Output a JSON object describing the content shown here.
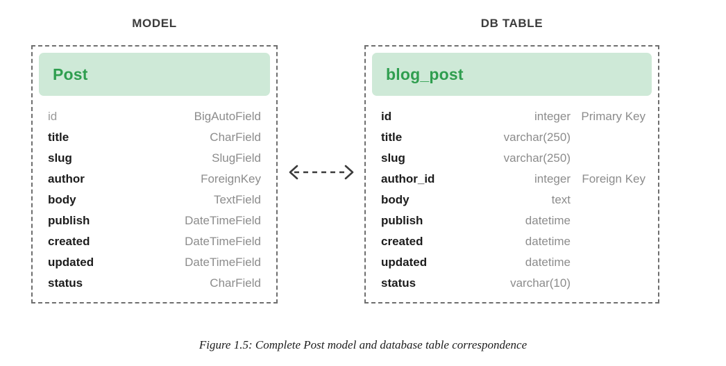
{
  "figure": {
    "caption": "Figure 1.5: Complete Post model and database table correspondence",
    "colors": {
      "header_bg": "#cee9d7",
      "header_text": "#2f9e4f",
      "border": "#6e6e6e",
      "field_name": "#1c1c1c",
      "field_type": "#8c8c8c",
      "muted_field": "#9a9a9a"
    }
  },
  "model": {
    "column_title": "MODEL",
    "entity_name": "Post",
    "fields": [
      {
        "name": "id",
        "type": "BigAutoField",
        "muted": true
      },
      {
        "name": "title",
        "type": "CharField",
        "muted": false
      },
      {
        "name": "slug",
        "type": "SlugField",
        "muted": false
      },
      {
        "name": "author",
        "type": "ForeignKey",
        "muted": false
      },
      {
        "name": "body",
        "type": "TextField",
        "muted": false
      },
      {
        "name": "publish",
        "type": "DateTimeField",
        "muted": false
      },
      {
        "name": "created",
        "type": "DateTimeField",
        "muted": false
      },
      {
        "name": "updated",
        "type": "DateTimeField",
        "muted": false
      },
      {
        "name": "status",
        "type": "CharField",
        "muted": false
      }
    ]
  },
  "db_table": {
    "column_title": "DB TABLE",
    "entity_name": "blog_post",
    "fields": [
      {
        "name": "id",
        "type": "integer",
        "key": "Primary Key"
      },
      {
        "name": "title",
        "type": "varchar(250)",
        "key": ""
      },
      {
        "name": "slug",
        "type": "varchar(250)",
        "key": ""
      },
      {
        "name": "author_id",
        "type": "integer",
        "key": "Foreign Key"
      },
      {
        "name": "body",
        "type": "text",
        "key": ""
      },
      {
        "name": "publish",
        "type": "datetime",
        "key": ""
      },
      {
        "name": "created",
        "type": "datetime",
        "key": ""
      },
      {
        "name": "updated",
        "type": "datetime",
        "key": ""
      },
      {
        "name": "status",
        "type": "varchar(10)",
        "key": ""
      }
    ]
  },
  "connector": {
    "icon": "bidirectional-dashed-arrow",
    "style": "dashed",
    "arrowheads": "both"
  }
}
